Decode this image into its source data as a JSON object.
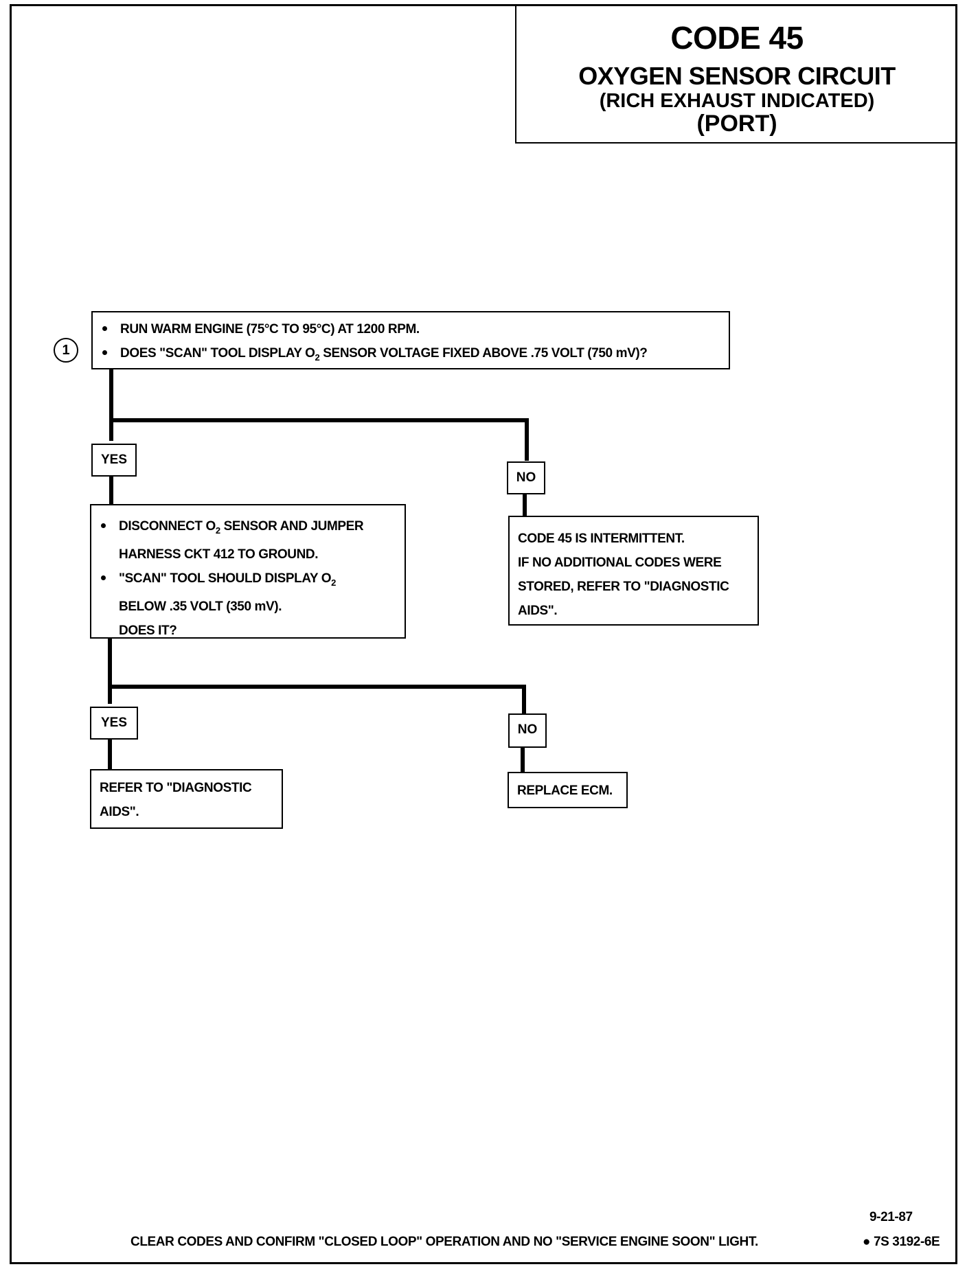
{
  "title": {
    "code": "CODE 45",
    "line1": "OXYGEN SENSOR CIRCUIT",
    "line2": "(RICH EXHAUST INDICATED)",
    "line3": "(PORT)"
  },
  "step_number": "1",
  "step1": {
    "bullet1": "RUN WARM ENGINE (75°C TO 95°C) AT 1200 RPM.",
    "bullet2_pre": "DOES \"SCAN\" TOOL DISPLAY O",
    "bullet2_sub": "2",
    "bullet2_post": " SENSOR VOLTAGE FIXED ABOVE .75 VOLT (750 mV)?"
  },
  "yes_label": "YES",
  "no_label": "NO",
  "step2": {
    "b1_pre": "DISCONNECT O",
    "b1_sub": "2",
    "b1_post": " SENSOR AND JUMPER",
    "b1_line2": "HARNESS CKT 412 TO GROUND.",
    "b2_pre": "\"SCAN\" TOOL SHOULD DISPLAY O",
    "b2_sub": "2",
    "b2_line2": "BELOW .35 VOLT (350 mV).",
    "b2_line3": "DOES IT?"
  },
  "intermittent": {
    "line1": "CODE 45 IS INTERMITTENT.",
    "line2": "IF NO ADDITIONAL CODES WERE",
    "line3": "STORED, REFER TO \"DIAGNOSTIC",
    "line4": "AIDS\"."
  },
  "refer": {
    "line1": "REFER TO \"DIAGNOSTIC",
    "line2": "AIDS\"."
  },
  "replace": "REPLACE ECM.",
  "footer": {
    "date": "9-21-87",
    "note": "CLEAR CODES AND CONFIRM \"CLOSED LOOP\" OPERATION AND NO \"SERVICE ENGINE SOON\" LIGHT.",
    "ref": "● 7S 3192-6E"
  }
}
